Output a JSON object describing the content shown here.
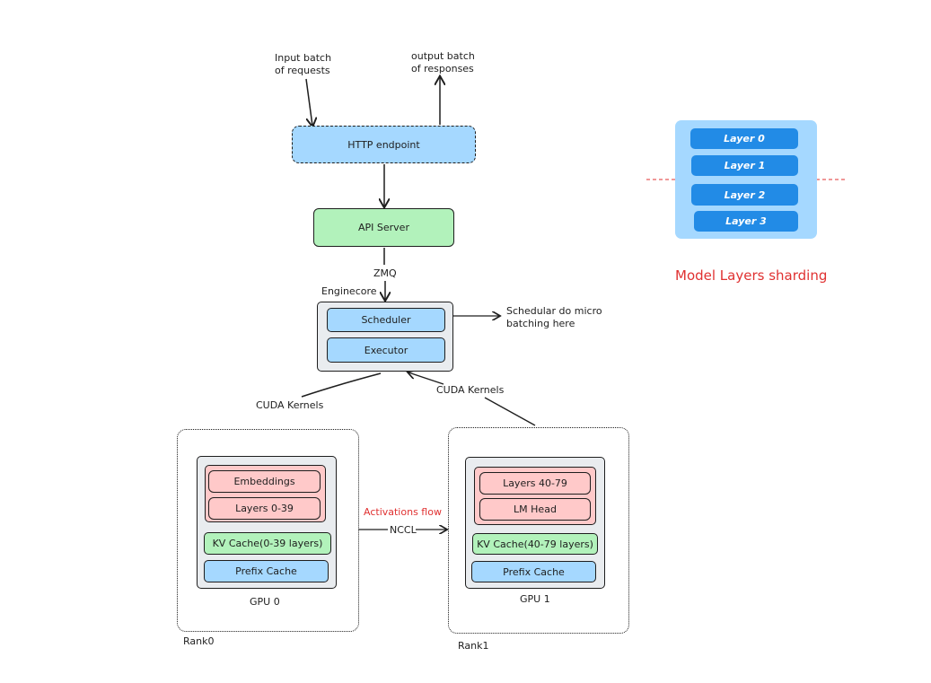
{
  "labels": {
    "input_batch": [
      "Input batch",
      "of requests"
    ],
    "output_batch": [
      "output batch",
      "of responses"
    ],
    "zmq": "ZMQ",
    "enginecore": "Enginecore",
    "schedular_note": [
      "Schedular do micro",
      "batching here"
    ],
    "cuda_left": "CUDA Kernels",
    "cuda_right": "CUDA Kernels",
    "activations": "Activations flow",
    "nccl": "NCCL",
    "rank0": "Rank0",
    "rank1": "Rank1",
    "gpu0": "GPU 0",
    "gpu1": "GPU 1",
    "sharding_title": "Model Layers sharding"
  },
  "nodes": {
    "http": "HTTP endpoint",
    "api": "API Server",
    "scheduler": "Scheduler",
    "executor": "Executor",
    "gpu0": {
      "embeddings": "Embeddings",
      "layers": "Layers 0-39",
      "kv": "KV Cache(0-39 layers)",
      "prefix": "Prefix Cache"
    },
    "gpu1": {
      "layers": "Layers 40-79",
      "lmhead": "LM Head",
      "kv": "KV Cache(40-79 layers)",
      "prefix": "Prefix Cache"
    }
  },
  "sharding": {
    "layers": [
      "Layer 0",
      "Layer 1",
      "Layer 2",
      "Layer 3"
    ]
  },
  "colors": {
    "blue": "#a5d8ff",
    "green": "#b2f2bb",
    "pink": "#ffc9c9",
    "grey": "#e9ecef",
    "layer": "#228be6",
    "shard_bg": "#a5d8ff",
    "red": "#e03131"
  }
}
